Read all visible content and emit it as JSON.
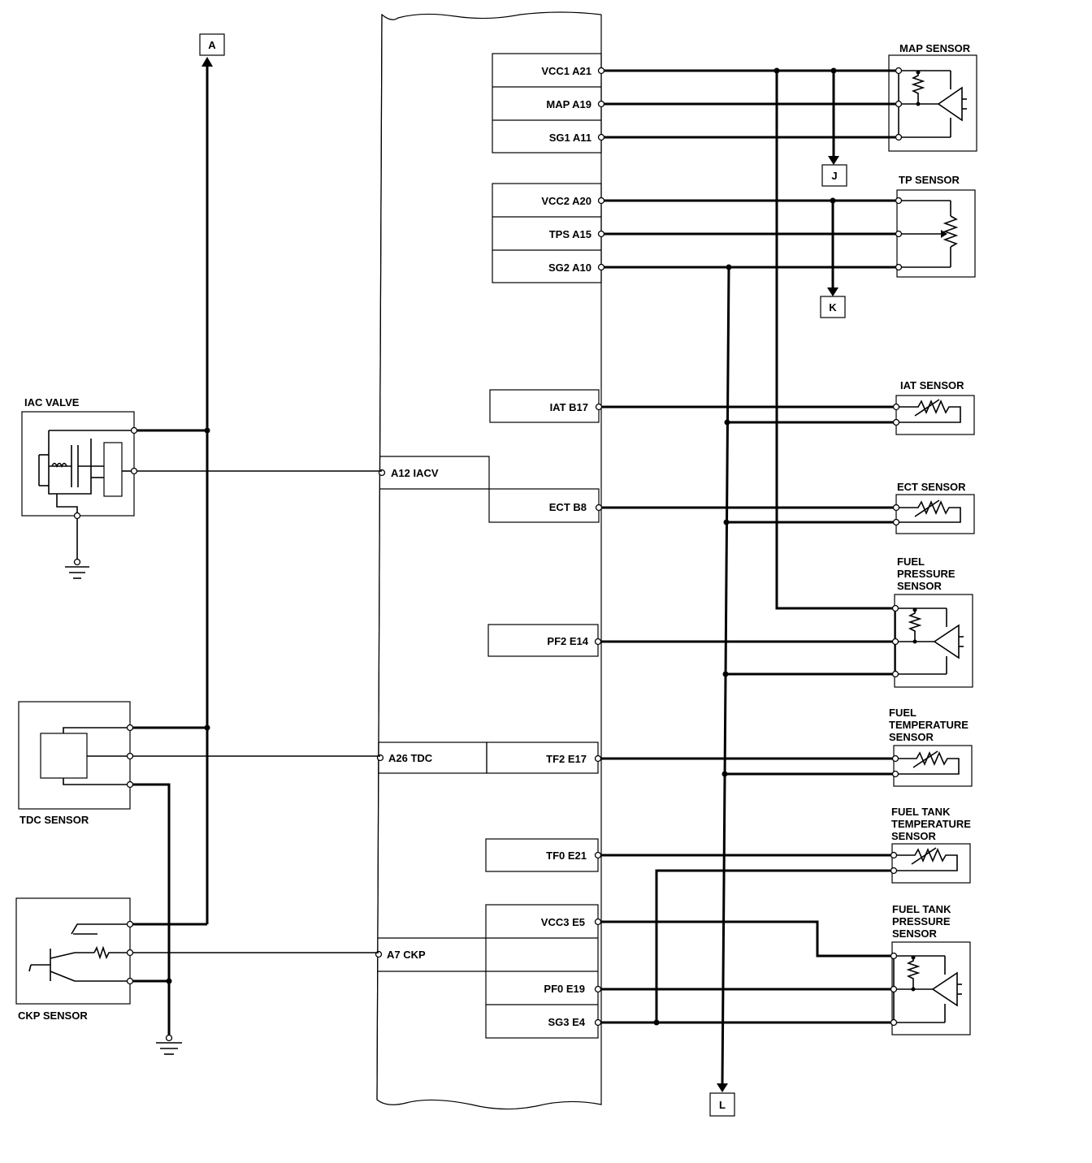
{
  "connectors": {
    "a": "A",
    "j": "J",
    "k": "K",
    "l": "L"
  },
  "components": {
    "map_sensor": "MAP SENSOR",
    "tp_sensor": "TP SENSOR",
    "iat_sensor": "IAT SENSOR",
    "ect_sensor": "ECT SENSOR",
    "fuel_pressure_sensor": [
      "FUEL",
      "PRESSURE",
      "SENSOR"
    ],
    "fuel_temperature_sensor": [
      "FUEL",
      "TEMPERATURE",
      "SENSOR"
    ],
    "fuel_tank_temperature_sensor": [
      "FUEL TANK",
      "TEMPERATURE",
      "SENSOR"
    ],
    "fuel_tank_pressure_sensor": [
      "FUEL TANK",
      "PRESSURE",
      "SENSOR"
    ],
    "iac_valve": "IAC VALVE",
    "tdc_sensor": "TDC SENSOR",
    "ckp_sensor": "CKP SENSOR"
  },
  "ecm_pins": {
    "vcc1": "VCC1 A21",
    "map": "MAP A19",
    "sg1": "SG1 A11",
    "vcc2": "VCC2 A20",
    "tps": "TPS A15",
    "sg2": "SG2 A10",
    "iat": "IAT B17",
    "iacv": "A12 IACV",
    "ect": "ECT B8",
    "pf2": "PF2 E14",
    "tdc": "A26 TDC",
    "tf2": "TF2 E17",
    "tf0": "TF0 E21",
    "vcc3": "VCC3 E5",
    "ckp": "A7 CKP",
    "pf0": "PF0 E19",
    "sg3": "SG3 E4"
  }
}
